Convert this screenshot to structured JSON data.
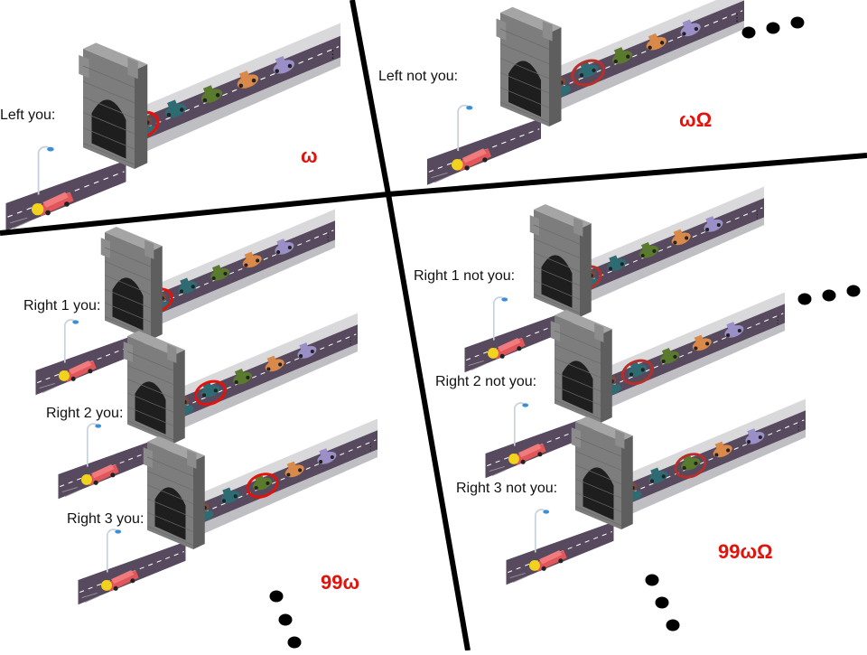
{
  "colors": {
    "divider": "#000000",
    "highlight_you": "#e3120b",
    "highlight_not_you": "#b5302a",
    "formula": "#e3120b",
    "road": "#57495e",
    "stone": "#8a8a8a",
    "wall": "#d9d9db"
  },
  "panels": {
    "top_left": {
      "label": "Left you:",
      "formula": "ω"
    },
    "top_right": {
      "label": "Left not you:",
      "formula": "ωΩ"
    },
    "bottom_left": {
      "labels": [
        "Right 1 you:",
        "Right 2 you:",
        "Right 3 you:"
      ],
      "formula": "99ω"
    },
    "bottom_right": {
      "labels": [
        "Right 1 not you:",
        "Right 2 not you:",
        "Right 3 not you:"
      ],
      "formula": "99ωΩ"
    }
  },
  "icons": [
    "tunnel-icon",
    "road-icon",
    "car-icon",
    "lamp-post-icon",
    "ellipsis-dots-icon",
    "highlight-circle-icon"
  ]
}
